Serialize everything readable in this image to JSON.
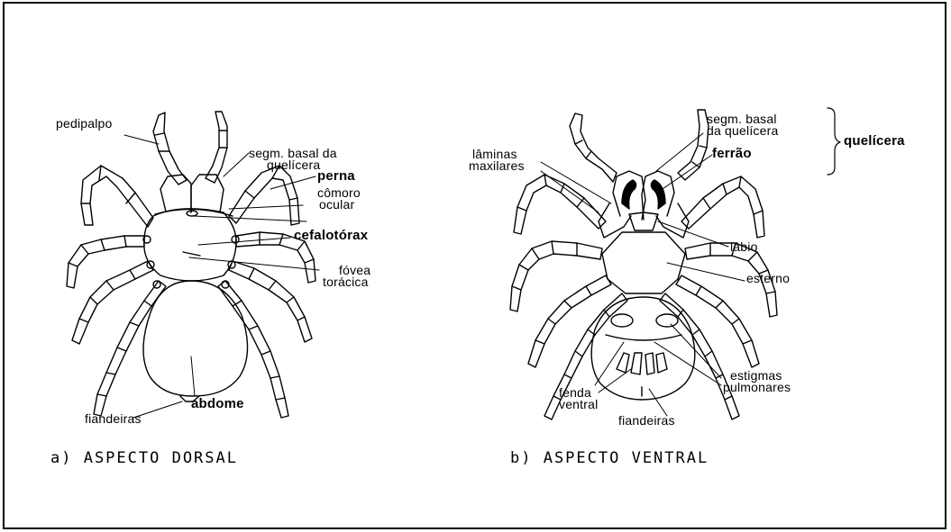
{
  "dorsal": {
    "caption": "a) ASPECTO DORSAL",
    "labels": {
      "pedipalpo": "pedipalpo",
      "segm_basal_1": "segm. basal da",
      "segm_basal_2": "quelícera",
      "perna": "perna",
      "comoro_1": "cômoro",
      "comoro_2": "ocular",
      "cefalotorax": "cefalotórax",
      "fovea_1": "fóvea",
      "fovea_2": "torácica",
      "abdome": "abdome",
      "fiandeiras": "fiandeiras"
    }
  },
  "ventral": {
    "caption": "b) ASPECTO VENTRAL",
    "labels": {
      "segm_basal_1": "segm. basal",
      "segm_basal_2": "da quelícera",
      "quelicera": "quelícera",
      "laminas_1": "lâminas",
      "laminas_2": "maxilares",
      "ferrao": "ferrão",
      "labio": "lábio",
      "esterno": "esterno",
      "estigmas_1": "estigmas",
      "estigmas_2": "pulmonares",
      "fenda_1": "fenda",
      "fenda_2": "ventral",
      "fiandeiras": "fiandeiras"
    }
  }
}
